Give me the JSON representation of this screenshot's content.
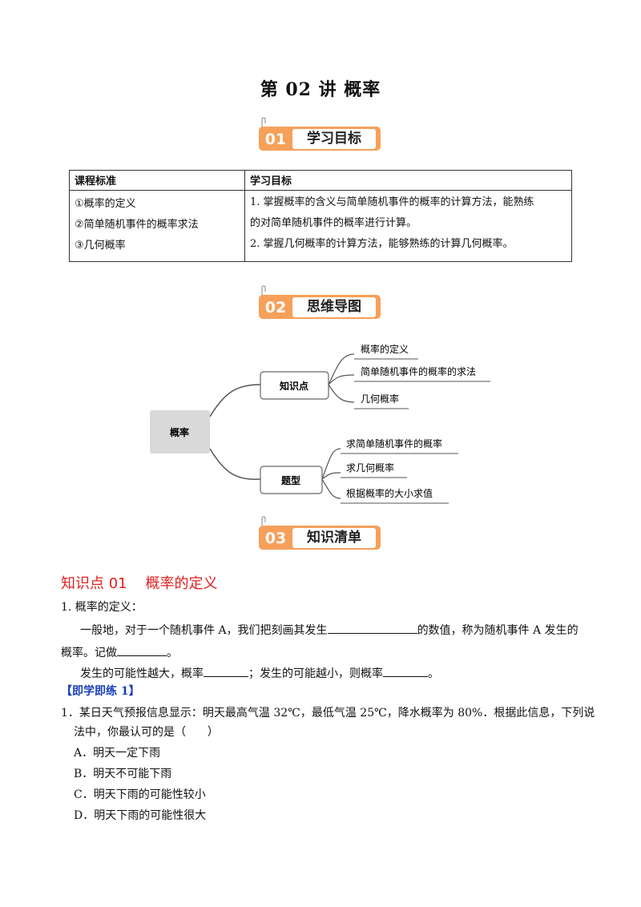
{
  "title": "第 02 讲  概率",
  "sections": [
    {
      "num": "01",
      "label": "学习目标"
    },
    {
      "num": "02",
      "label": "思维导图"
    },
    {
      "num": "03",
      "label": "知识清单"
    }
  ],
  "goals_table": {
    "headers": [
      "课程标准",
      "学习目标"
    ],
    "standards": [
      "①概率的定义",
      "②简单随机事件的概率求法",
      "③几何概率"
    ],
    "objectives": [
      "1. 掌握概率的含义与简单随机事件的概率的计算方法，能熟练",
      "的对简单随机事件的概率进行计算。",
      "2. 掌握几何概率的计算方法，能够熟练的计算几何概率。"
    ]
  },
  "mindmap": {
    "root": "概率",
    "branches": [
      {
        "label": "知识点",
        "leaves": [
          "概率的定义",
          "简单随机事件的概率的求法",
          "几何概率"
        ]
      },
      {
        "label": "题型",
        "leaves": [
          "求简单随机事件的概率",
          "求几何概率",
          "根据概率的大小求值"
        ]
      }
    ]
  },
  "knowledge": {
    "heading": "知识点 01    概率的定义",
    "item_label": "1. 概率的定义：",
    "para1_a": "一般地，对于一个随机事件 A，我们把刻画其发生",
    "para1_b": "的数值，称为随机事件 A 发生的",
    "para1_c": "概率。记做",
    "para1_d": "。",
    "para2_a": "发生的可能性越大，概率",
    "para2_b": "；发生的可能越小，则概率",
    "para2_c": "。"
  },
  "practice": {
    "heading": "【即学即练 1】",
    "question_line1": "1．某日天气预报信息显示：明天最高气温 32℃，最低气温 25℃，降水概率为 80%．根据此信息，下列说",
    "question_line2": "法中，你最认可的是（      ）",
    "options": [
      "A．明天一定下雨",
      "B．明天不可能下雨",
      "C．明天下雨的可能性较小",
      "D．明天下雨的可能性很大"
    ]
  },
  "colors": {
    "badge": "#f6a05a",
    "heading_red": "#e02020",
    "practice_blue": "#1a3fb8",
    "mm_node": "#d9d9d9"
  }
}
